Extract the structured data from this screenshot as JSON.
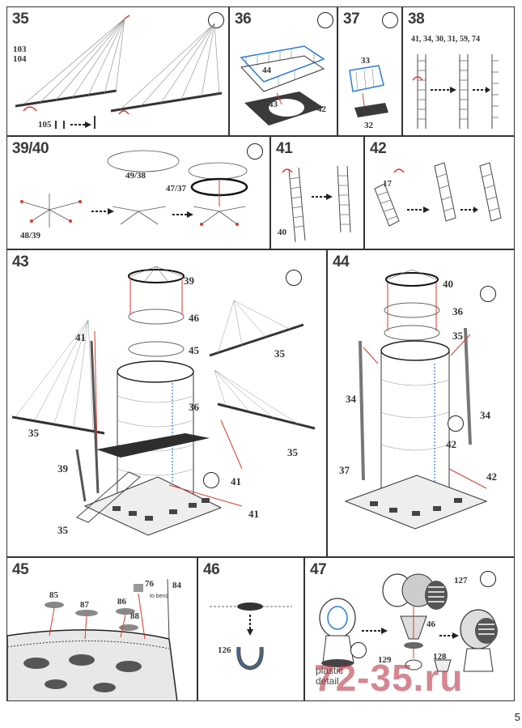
{
  "page_number": "5",
  "watermark": "72-35.ru",
  "colors": {
    "accent_red": "#d83a2a",
    "accent_blue": "#2a7bd8",
    "line": "#333333",
    "watermark": "#b22234"
  },
  "tool_icon": "glue-pen-icon",
  "steps": {
    "s35": {
      "number": "35",
      "labels": [
        "103",
        "104",
        "105"
      ]
    },
    "s36": {
      "number": "36",
      "labels": [
        "44",
        "43",
        "42"
      ]
    },
    "s37": {
      "number": "37",
      "labels": [
        "33",
        "32"
      ]
    },
    "s38": {
      "number": "38",
      "labels": [
        "41, 34, 30, 31, 59, 74"
      ]
    },
    "s39": {
      "number": "39/40",
      "labels": [
        "49/38",
        "47/37",
        "48/39"
      ]
    },
    "s41": {
      "number": "41",
      "labels": [
        "40"
      ]
    },
    "s42": {
      "number": "42",
      "labels": [
        "17"
      ]
    },
    "s43": {
      "number": "43",
      "labels": [
        "39",
        "46",
        "45",
        "41",
        "35",
        "36",
        "35",
        "35",
        "39",
        "41",
        "41",
        "35"
      ]
    },
    "s44": {
      "number": "44",
      "labels": [
        "40",
        "36",
        "35",
        "34",
        "34",
        "42",
        "37",
        "42"
      ]
    },
    "s45": {
      "number": "45",
      "labels": [
        "85",
        "87",
        "86",
        "88",
        "76",
        "84",
        "to bend"
      ]
    },
    "s46": {
      "number": "46",
      "labels": [
        "126"
      ]
    },
    "s47": {
      "number": "47",
      "labels": [
        "127",
        "46",
        "129",
        "128",
        "plastic",
        "detail"
      ]
    }
  }
}
